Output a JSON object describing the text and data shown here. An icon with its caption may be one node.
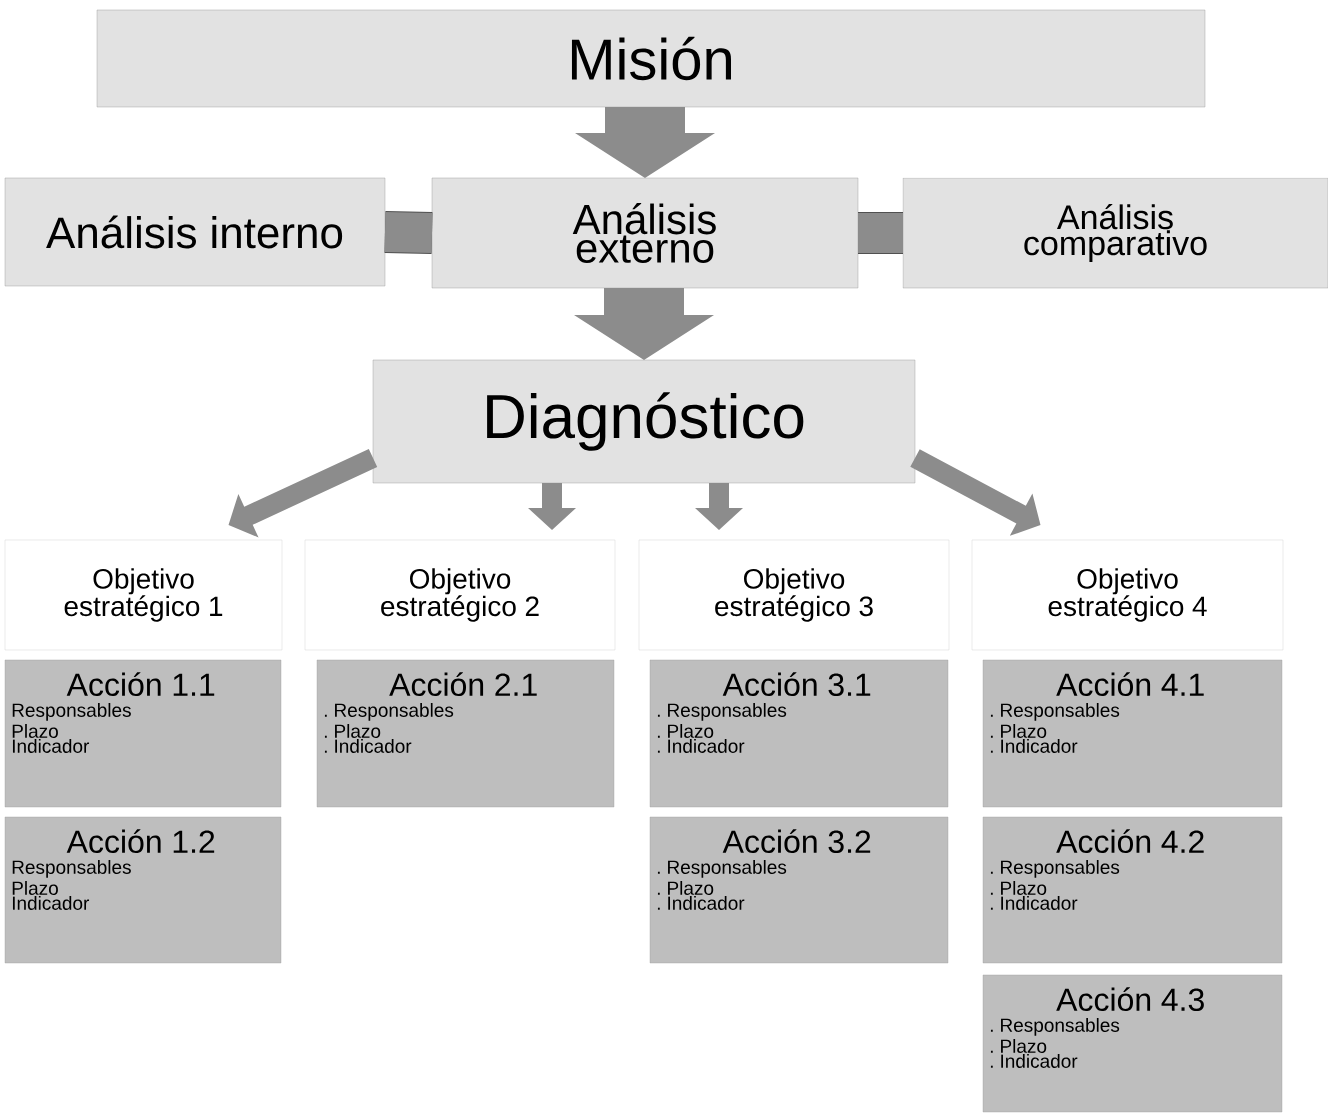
{
  "diagram": {
    "nodes": [
      {
        "text": [
          "Misión"
        ]
      },
      {
        "text": [
          "Análisis interno"
        ]
      },
      {
        "text": [
          "Análisis externo"
        ]
      },
      {
        "text": [
          "Análisis comparativo"
        ]
      },
      {
        "text": [
          "Diagnóstico"
        ]
      },
      {
        "text": [
          "Objetivo estratégico 1"
        ]
      },
      {
        "text": [
          "Objetivo estratégico 2"
        ]
      },
      {
        "text": [
          "Objetivo estratégico 3"
        ]
      },
      {
        "text": [
          "Objetivo estratégico 4"
        ]
      },
      {
        "text": [
          "Acción 1.1",
          "Responsables",
          "Plazo",
          "Indicador"
        ]
      },
      {
        "text": [
          "Acción 1.2",
          "Responsables",
          "Plazo",
          "Indicador"
        ]
      },
      {
        "text": [
          "Acción 2.1",
          ". Responsables",
          ". Plazo",
          ". Indicador"
        ]
      },
      {
        "text": [
          "Acción 3.1",
          ". Responsables",
          ". Plazo",
          ". Indicador"
        ]
      },
      {
        "text": [
          "Acción 3.2",
          ". Responsables",
          ". Plazo",
          ". Indicador"
        ]
      },
      {
        "text": [
          "Acción 4.1",
          ". Responsables",
          ". Plazo",
          ". Indicador"
        ]
      },
      {
        "text": [
          "Acción 4.2",
          ". Responsables",
          ". Plazo",
          ". Indicador"
        ]
      },
      {
        "text": [
          "Acción 4.3",
          ". Responsables",
          ". Plazo",
          ". Indicador"
        ]
      }
    ],
    "edges": [
      {
        "from": 0,
        "to": 2,
        "arrow": "to",
        "style": "thick"
      },
      {
        "from": 1,
        "to": 2,
        "arrow": "none"
      },
      {
        "from": 2,
        "to": 3,
        "arrow": "none"
      },
      {
        "from": 2,
        "to": 4,
        "arrow": "to",
        "style": "thick"
      },
      {
        "from": 4,
        "to": 5,
        "arrow": "to"
      },
      {
        "from": 4,
        "to": 6,
        "arrow": "to"
      },
      {
        "from": 4,
        "to": 7,
        "arrow": "to"
      },
      {
        "from": 4,
        "to": 8,
        "arrow": "to"
      }
    ]
  }
}
